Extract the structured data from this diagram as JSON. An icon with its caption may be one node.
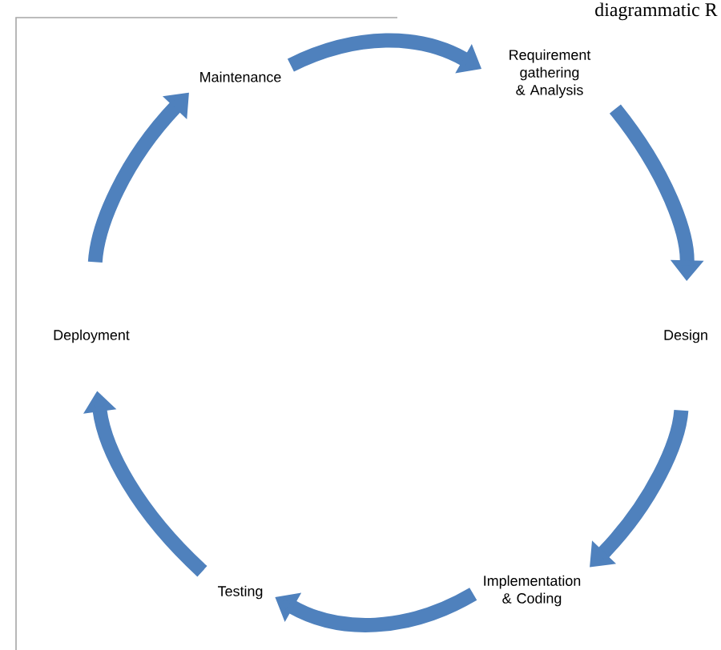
{
  "diagram": {
    "nodes": [
      {
        "text": [
          "Maintenance"
        ]
      },
      {
        "text": [
          "Requirement gathering & Analysis"
        ]
      },
      {
        "text": [
          "Design"
        ]
      },
      {
        "text": [
          "Implementation & Coding"
        ]
      },
      {
        "text": [
          "Testing"
        ]
      },
      {
        "text": [
          "Deployment"
        ]
      }
    ],
    "edges": [
      {
        "from": 0,
        "to": 1,
        "arrow": "to"
      },
      {
        "from": 1,
        "to": 2,
        "arrow": "to"
      },
      {
        "from": 2,
        "to": 3,
        "arrow": "to"
      },
      {
        "from": 3,
        "to": 4,
        "arrow": "to"
      },
      {
        "from": 4,
        "to": 5,
        "arrow": "to"
      },
      {
        "from": 5,
        "to": 0,
        "arrow": "to"
      }
    ],
    "labels": [
      "diagrammatic R"
    ]
  }
}
